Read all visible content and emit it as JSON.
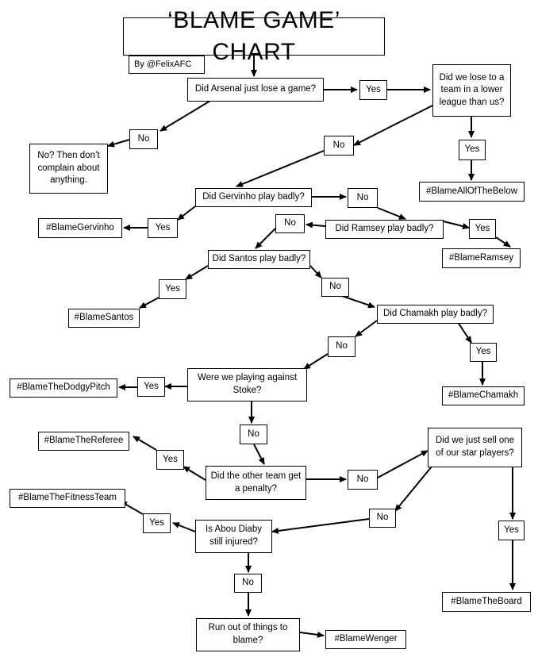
{
  "title": "‘BLAME GAME’ CHART",
  "byline": "By @FelixAFC",
  "questions": {
    "q1": "Did Arsenal just lose a game?",
    "q2": "Did we lose to a team in a lower league than us?",
    "q3": "Did Gervinho play badly?",
    "q4": "Did Ramsey play badly?",
    "q5": "Did Santos play badly?",
    "q6": "Did Chamakh play badly?",
    "q7": "Were we playing against Stoke?",
    "q8": "Did the other team get a penalty?",
    "q9": "Did we just sell one of our star players?",
    "q10": "Is Abou Diaby still injured?",
    "q11": "Run out of things to blame?",
    "stop": "No? Then don’t complain about anything."
  },
  "answers": {
    "yes": "Yes",
    "no": "No"
  },
  "outcomes": {
    "all_below": "#BlameAllOfTheBelow",
    "gervinho": "#BlameGervinho",
    "ramsey": "#BlameRamsey",
    "santos": "#BlameSantos",
    "chamakh": "#BlameChamakh",
    "pitch": "#BlameTheDodgyPitch",
    "referee": "#BlameTheReferee",
    "fitness": "#BlameTheFitnessTeam",
    "board": "#BlameTheBoard",
    "wenger": "#BlameWenger"
  }
}
